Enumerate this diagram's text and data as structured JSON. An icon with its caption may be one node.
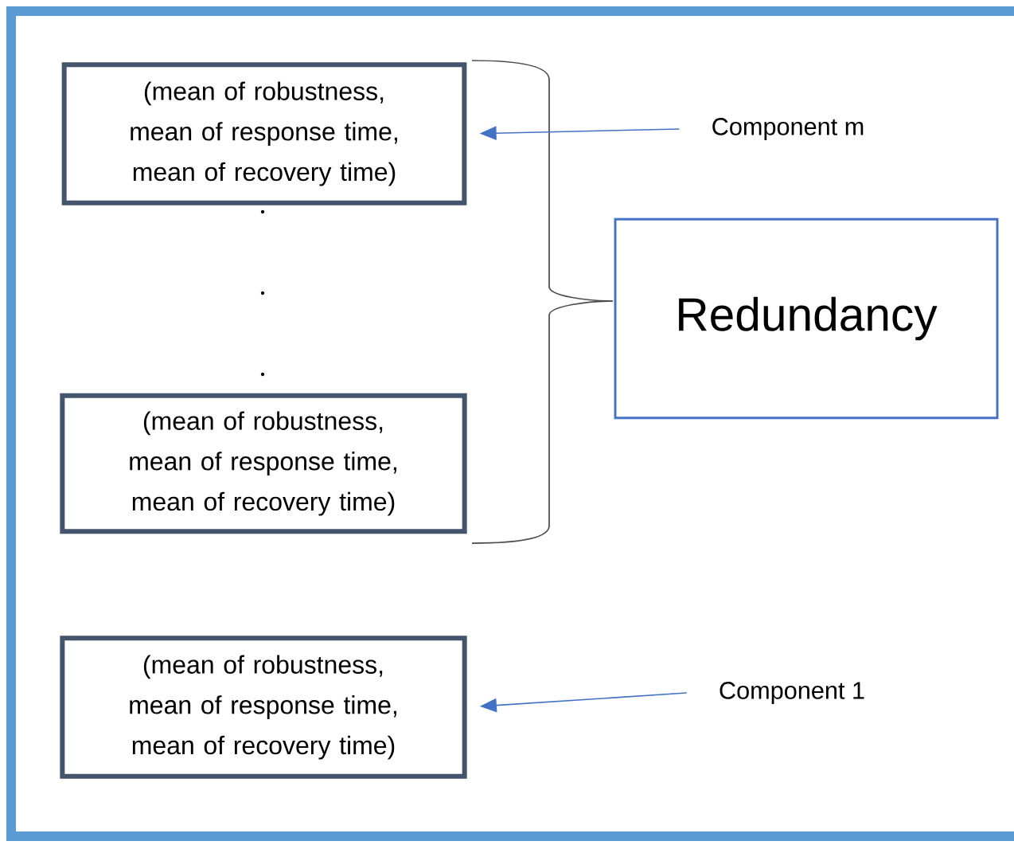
{
  "diagram": {
    "nodes": [
      {
        "text": [
          "(mean of robustness, mean of response time, mean of recovery time)"
        ]
      },
      {
        "text": [
          "(mean of robustness, mean of response time, mean of recovery time)"
        ]
      },
      {
        "text": [
          "(mean of robustness, mean of response time, mean of recovery time)"
        ]
      },
      {
        "text": [
          "Component m"
        ]
      },
      {
        "text": [
          "Component 1"
        ]
      },
      {
        "text": [
          "Redundancy"
        ]
      }
    ],
    "edges": [
      {
        "from": 3,
        "to": 0,
        "arrow": "to"
      },
      {
        "from": 4,
        "to": 2,
        "arrow": "to"
      }
    ]
  }
}
